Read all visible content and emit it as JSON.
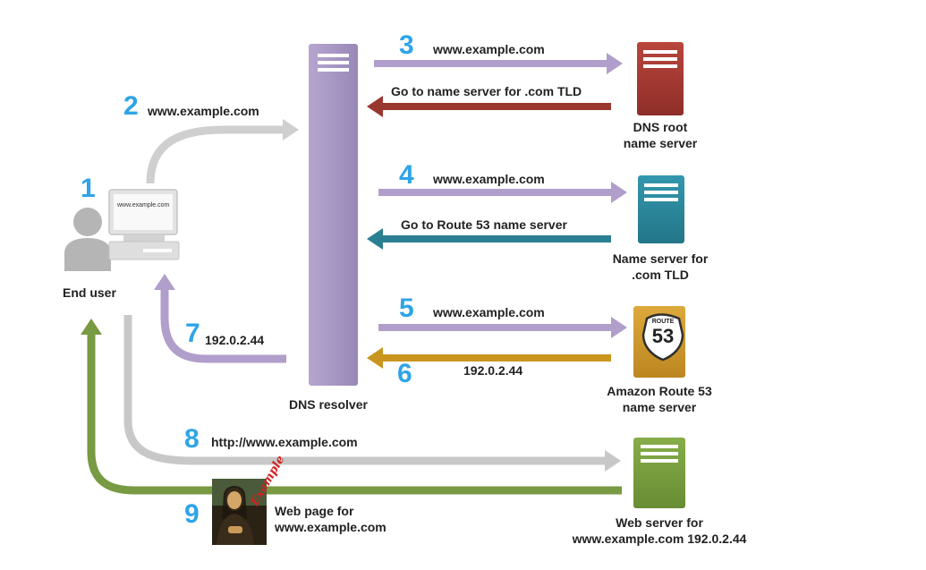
{
  "steps": {
    "s1": "1",
    "s2": "2",
    "s3": "3",
    "s4": "4",
    "s5": "5",
    "s6": "6",
    "s7": "7",
    "s8": "8",
    "s9": "9"
  },
  "end_user": {
    "label": "End user",
    "screen_text": "www.example.com"
  },
  "resolver": {
    "label": "DNS resolver"
  },
  "arrows": {
    "a2": "www.example.com",
    "a3": "www.example.com",
    "a3r": "Go to name server for .com TLD",
    "a4": "www.example.com",
    "a4r": "Go to Route 53 name server",
    "a5": "www.example.com",
    "a6": "192.0.2.44",
    "a7": "192.0.2.44",
    "a8": "http://www.example.com",
    "a9_line1": "Web page for",
    "a9_line2": "www.example.com"
  },
  "servers": {
    "root": {
      "line1": "DNS root",
      "line2": "name server",
      "color": "#a33a32"
    },
    "tld": {
      "line1": "Name server for",
      "line2": ".com TLD",
      "color": "#2b8aa0"
    },
    "route53": {
      "line1": "Amazon Route 53",
      "line2": "name server",
      "color": "#d49a2a",
      "shield_top": "ROUTE",
      "shield_num": "53"
    },
    "web": {
      "line1": "Web server for",
      "line2": "www.example.com 192.0.2.44",
      "color": "#7a9e3e"
    }
  },
  "colors": {
    "resolver": "#a898c4",
    "grey_arrow": "#c8c8c8",
    "purple_arrow": "#b09ecb",
    "green_arrow": "#789a42",
    "step_blue": "#2fa4e7"
  }
}
